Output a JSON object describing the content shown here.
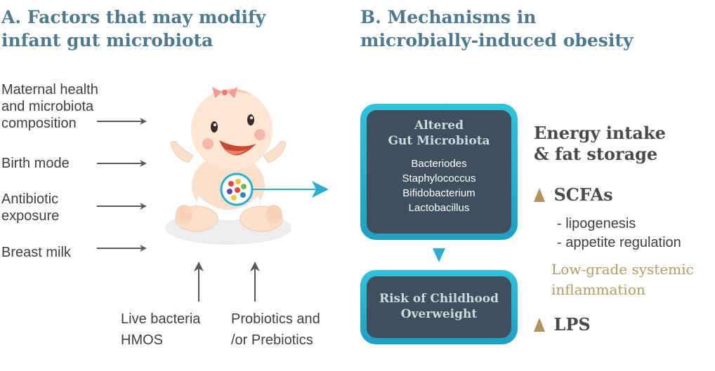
{
  "panel_a": {
    "title": "A. Factors that may modify\ninfant gut microbiota",
    "factors": [
      {
        "label": "Maternal health\nand microbiota\ncomposition"
      },
      {
        "label": "Birth mode"
      },
      {
        "label": "Antibiotic\nexposure"
      },
      {
        "label": "Breast milk"
      }
    ],
    "supports": [
      {
        "label": "Live bacteria\nHMOS"
      },
      {
        "label": "Probiotics and\n/or Prebiotics"
      }
    ]
  },
  "panel_b": {
    "title": "B. Mechanisms in\nmicrobially-induced obesity",
    "microbiota_box": {
      "title": "Altered\nGut Microbiota",
      "items": [
        "Bacteriodes",
        "Staphylococcus",
        "Bifidobacterium",
        "Lactobacillus"
      ]
    },
    "risk_box": {
      "title": "Risk of Childhood\nOverweight"
    },
    "energy_heading": "Energy intake\n& fat storage",
    "scfa": {
      "label": "SCFAs",
      "effects": [
        "- lipogenesis",
        "- appetite regulation"
      ]
    },
    "inflammation": "Low-grade systemic\ninflammation",
    "lps": {
      "label": "LPS"
    }
  },
  "colors": {
    "title_blue": "#4d7a8f",
    "box_teal": "#29b5d6",
    "box_dark": "#404f5d",
    "gold": "#b0935a",
    "arrow_gray": "#595959"
  }
}
